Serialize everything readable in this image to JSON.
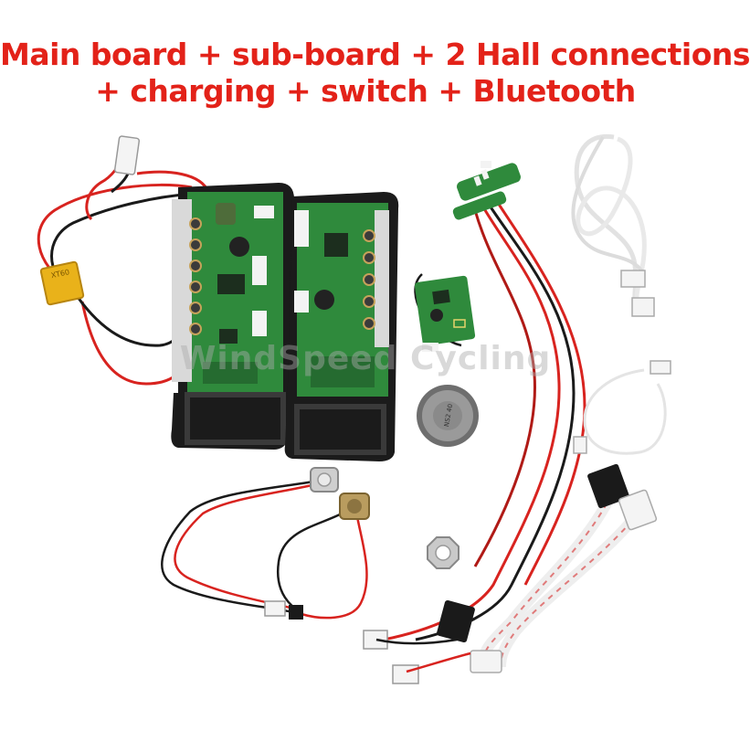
{
  "header": {
    "line1": "Main board + sub-board + 2 Hall connections",
    "line2": "+ charging + switch + Bluetooth",
    "color": "#e32219"
  },
  "photo": {
    "watermark": "WindSpeed Cycling",
    "speaker_label": "NS2 40",
    "connector_label": "XT60",
    "colors": {
      "pcb": "#2f8a3c",
      "board_frame": "#1b1b1b",
      "wire_red": "#d8231f",
      "wire_black": "#1a1a1a",
      "connector_yellow": "#e9b21a",
      "metal": "#b8b8b8",
      "white_cable": "#f2f2f2"
    },
    "items": [
      "main-board",
      "sub-board",
      "hall-sensor-board",
      "bluetooth-module",
      "speaker",
      "xt60-connector",
      "charging-port",
      "power-switch",
      "hall-cables",
      "white-cables",
      "mounting-nut"
    ]
  }
}
